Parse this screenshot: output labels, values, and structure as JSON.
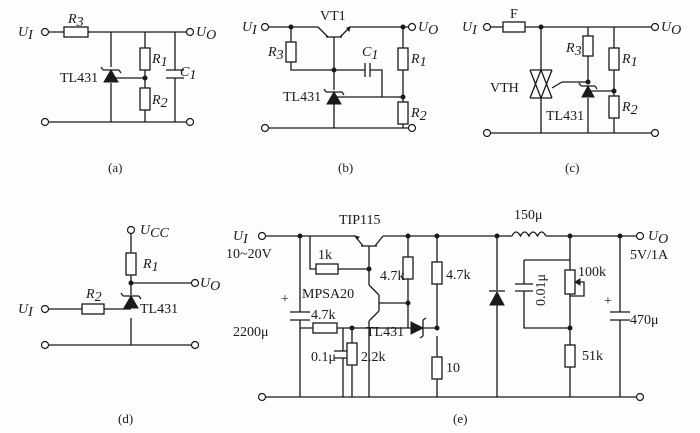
{
  "circuit_a": {
    "caption": "(a)",
    "ui": "U",
    "ui_sub": "I",
    "uo": "U",
    "uo_sub": "O",
    "r3": "R",
    "r3_sub": "3",
    "r1": "R",
    "r1_sub": "1",
    "r2": "R",
    "r2_sub": "2",
    "c1": "C",
    "c1_sub": "1",
    "ic": "TL431"
  },
  "circuit_b": {
    "caption": "(b)",
    "ui": "U",
    "ui_sub": "I",
    "uo": "U",
    "uo_sub": "O",
    "transistor": "VT1",
    "r3": "R",
    "r3_sub": "3",
    "c1": "C",
    "c1_sub": "1",
    "r1": "R",
    "r1_sub": "1",
    "r2": "R",
    "r2_sub": "2",
    "ic": "TL431"
  },
  "circuit_c": {
    "caption": "(c)",
    "ui": "U",
    "ui_sub": "I",
    "uo": "U",
    "uo_sub": "O",
    "fuse": "F",
    "r3": "R",
    "r3_sub": "3",
    "r1": "R",
    "r1_sub": "1",
    "r2": "R",
    "r2_sub": "2",
    "thyristor": "VTH",
    "ic": "TL431"
  },
  "circuit_d": {
    "caption": "(d)",
    "ucc": "U",
    "ucc_sub": "CC",
    "r1": "R",
    "r1_sub": "1",
    "uo": "U",
    "uo_sub": "O",
    "ui": "U",
    "ui_sub": "I",
    "r2": "R",
    "r2_sub": "2",
    "ic": "TL431"
  },
  "circuit_e": {
    "caption": "(e)",
    "transistor_top": "TIP115",
    "ui": "U",
    "ui_sub": "I",
    "input_range": "10~20V",
    "r_1k": "1k",
    "mpsa": "MPSA20",
    "r_47k_a": "4.7k",
    "r_47k_b": "4.7k",
    "r_47k_c": "4.7k",
    "c_in": "2200μ",
    "plus_in": "+",
    "ic": "TL431",
    "c_01": "0.1μ",
    "r_22k": "2.2k",
    "r_10": "10",
    "inductor": "150μ",
    "c_001": "0.01μ",
    "pot": "100k",
    "r_51k": "51k",
    "uo": "U",
    "uo_sub": "O",
    "output_rating": "5V/1A",
    "c_out": "470μ",
    "plus_out": "+"
  }
}
